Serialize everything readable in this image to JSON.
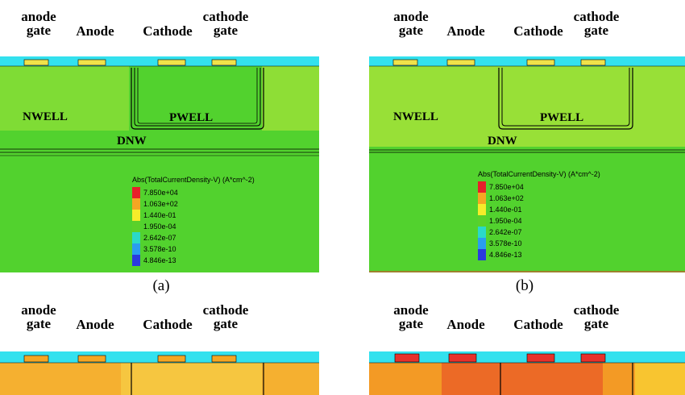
{
  "panel_a": {
    "terminals": [
      "anode\ngate",
      "Anode",
      "Cathode",
      "cathode\ngate"
    ],
    "regions": {
      "nwell": "NWELL",
      "pwell": "PWELL",
      "dnw": "DNW"
    },
    "caption": "(a)"
  },
  "panel_b": {
    "terminals": [
      "anode\ngate",
      "Anode",
      "Cathode",
      "cathode\ngate"
    ],
    "regions": {
      "nwell": "NWELL",
      "pwell": "PWELL",
      "dnw": "DNW"
    },
    "caption": "(b)"
  },
  "panel_c": {
    "terminals": [
      "anode\ngate",
      "Anode",
      "Cathode",
      "cathode\ngate"
    ]
  },
  "panel_d": {
    "terminals": [
      "anode\ngate",
      "Anode",
      "Cathode",
      "cathode\ngate"
    ]
  },
  "legend": {
    "title": "Abs(TotalCurrentDensity-V) (A*cm^-2)",
    "entries": [
      {
        "value": "7.850e+04",
        "color": "#e8202a"
      },
      {
        "value": "1.063e+02",
        "color": "#f5a623"
      },
      {
        "value": "1.440e-01",
        "color": "#f5ec2a"
      },
      {
        "value": "1.950e-04",
        "color": "#5ad12a"
      },
      {
        "value": "2.642e-07",
        "color": "#2ad9c9"
      },
      {
        "value": "3.578e-10",
        "color": "#2a9df0"
      },
      {
        "value": "4.846e-13",
        "color": "#2a3adf"
      }
    ]
  },
  "colors": {
    "green": "#4fd12c",
    "cyan": "#33e1ee",
    "contact": "#f0e24a",
    "orange": "#f5a623",
    "red": "#e8302a"
  }
}
